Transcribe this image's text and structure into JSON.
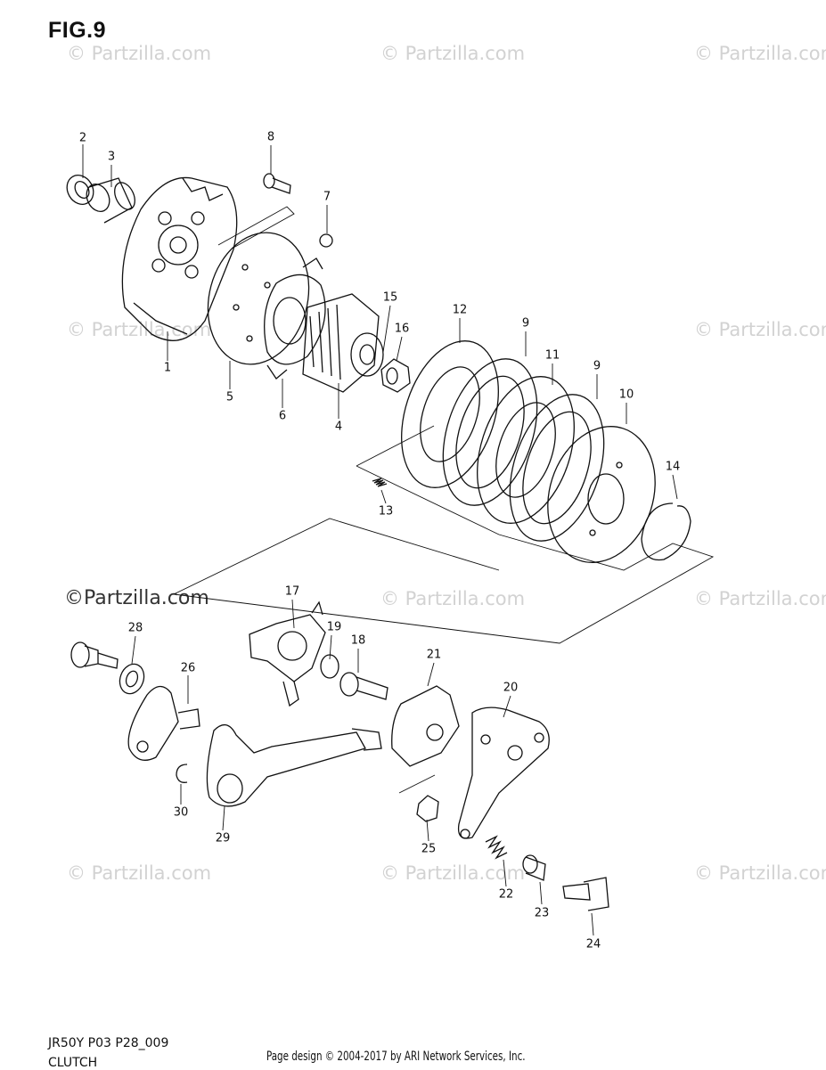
{
  "figure": {
    "title": "FIG.9"
  },
  "watermark": {
    "text": "© Partzilla.com",
    "strong_text": "©Partzilla.com"
  },
  "callouts": [
    {
      "id": "1",
      "label": "1"
    },
    {
      "id": "2",
      "label": "2"
    },
    {
      "id": "3",
      "label": "3"
    },
    {
      "id": "4",
      "label": "4"
    },
    {
      "id": "5",
      "label": "5"
    },
    {
      "id": "6",
      "label": "6"
    },
    {
      "id": "7",
      "label": "7"
    },
    {
      "id": "8",
      "label": "8"
    },
    {
      "id": "9a",
      "label": "9"
    },
    {
      "id": "9b",
      "label": "9"
    },
    {
      "id": "10",
      "label": "10"
    },
    {
      "id": "11",
      "label": "11"
    },
    {
      "id": "12",
      "label": "12"
    },
    {
      "id": "13",
      "label": "13"
    },
    {
      "id": "14",
      "label": "14"
    },
    {
      "id": "15",
      "label": "15"
    },
    {
      "id": "16",
      "label": "16"
    },
    {
      "id": "17",
      "label": "17"
    },
    {
      "id": "18",
      "label": "18"
    },
    {
      "id": "19",
      "label": "19"
    },
    {
      "id": "20",
      "label": "20"
    },
    {
      "id": "21",
      "label": "21"
    },
    {
      "id": "22",
      "label": "22"
    },
    {
      "id": "23",
      "label": "23"
    },
    {
      "id": "24",
      "label": "24"
    },
    {
      "id": "25",
      "label": "25"
    },
    {
      "id": "26",
      "label": "26"
    },
    {
      "id": "28",
      "label": "28"
    },
    {
      "id": "29",
      "label": "29"
    },
    {
      "id": "30",
      "label": "30"
    }
  ],
  "footer": {
    "model_code": "JR50Y P03 P28_009",
    "section_name": "CLUTCH",
    "copyright": "Page design © 2004-2017 by ARI Network Services, Inc."
  }
}
